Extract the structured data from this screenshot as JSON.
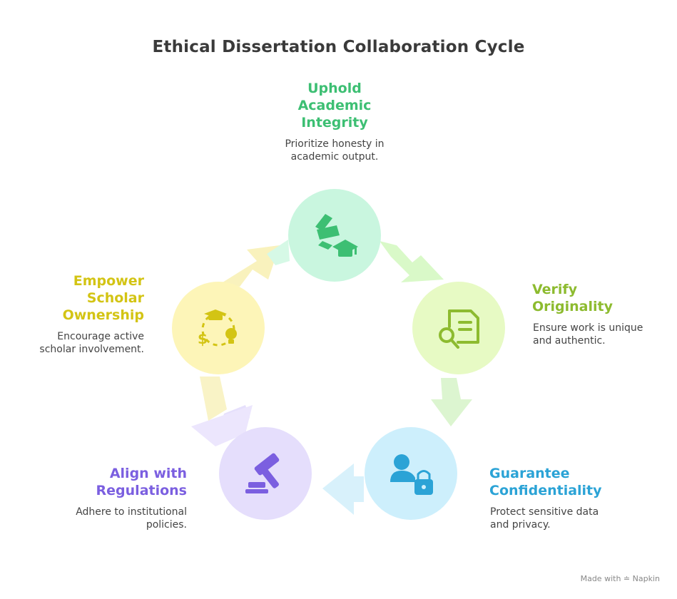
{
  "title": "Ethical Dissertation Collaboration Cycle",
  "stages": [
    {
      "id": "integrity",
      "title": "Uphold\nAcademic\nIntegrity",
      "description": "Prioritize honesty in\nacademic output.",
      "color": "#3dbf73",
      "circle_fill": "#c9f6df",
      "icon": "graduation-cap-icon"
    },
    {
      "id": "originality",
      "title": "Verify\nOriginality",
      "description": "Ensure work is unique\nand authentic.",
      "color": "#8dbb2f",
      "circle_fill": "#e7fac4",
      "icon": "document-search-icon"
    },
    {
      "id": "confidentiality",
      "title": "Guarantee\nConfidentiality",
      "description": "Protect sensitive data\nand privacy.",
      "color": "#2ba3d6",
      "circle_fill": "#cdeffc",
      "icon": "user-lock-icon"
    },
    {
      "id": "regulations",
      "title": "Align with\nRegulations",
      "description": "Adhere to institutional\npolicies.",
      "color": "#7b5fe0",
      "circle_fill": "#e5defc",
      "icon": "gavel-icon"
    },
    {
      "id": "ownership",
      "title": "Empower\nScholar\nOwnership",
      "description": "Encourage active\nscholar involvement.",
      "color": "#d3c414",
      "circle_fill": "#fdf5b8",
      "icon": "scholar-cycle-icon"
    }
  ],
  "footer": {
    "made_with": "Made with",
    "brand": "Napkin"
  }
}
